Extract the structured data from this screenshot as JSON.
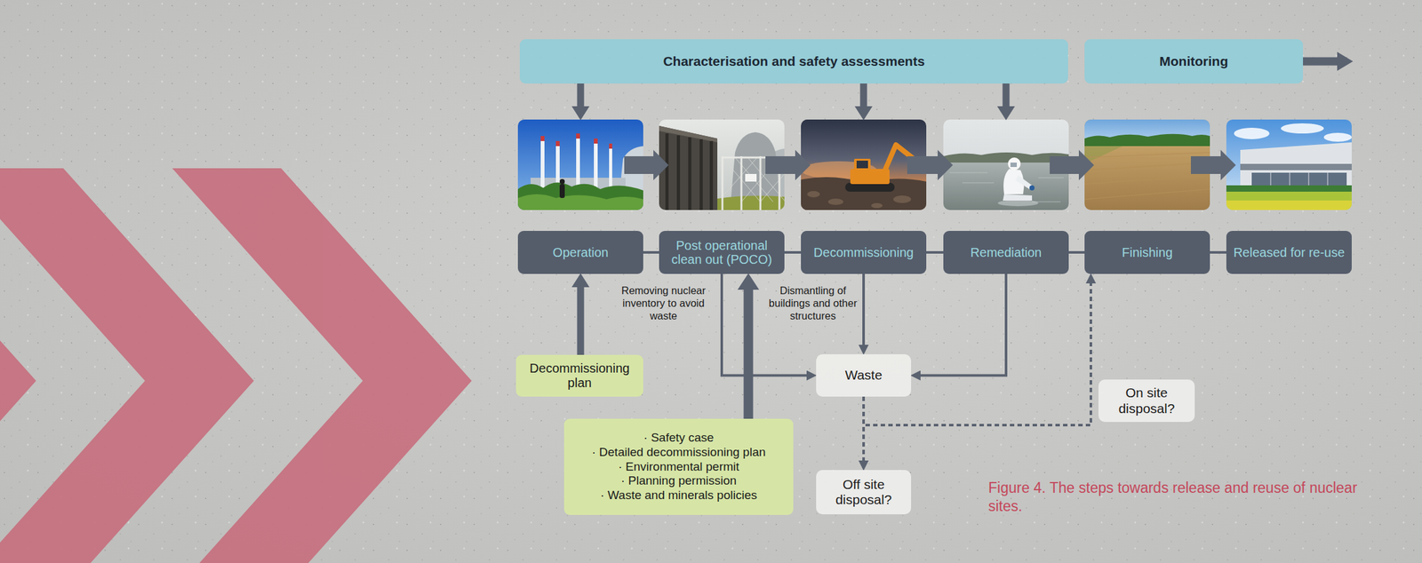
{
  "diagram": {
    "caption": "Figure 4. The steps towards release and reuse of nuclear sites.",
    "nodes": [
      {
        "text": [
          "Characterisation and safety assessments"
        ]
      },
      {
        "text": [
          "Monitoring"
        ]
      },
      {
        "text": [
          "Operation"
        ]
      },
      {
        "text": [
          "Post operational clean out (POCO)"
        ]
      },
      {
        "text": [
          "Decommissioning"
        ]
      },
      {
        "text": [
          "Remediation"
        ]
      },
      {
        "text": [
          "Finishing"
        ]
      },
      {
        "text": [
          "Released for re-use"
        ]
      },
      {
        "text": [
          "Decommissioning plan"
        ]
      },
      {
        "text": [
          "Waste"
        ]
      },
      {
        "text": [
          "On site disposal?"
        ]
      },
      {
        "text": [
          "· Safety case",
          "· Detailed decommissioning plan",
          "· Environmental permit",
          "· Planning permission",
          "· Waste and minerals policies"
        ]
      },
      {
        "text": [
          "Off site disposal?"
        ]
      }
    ],
    "edges": [
      {
        "from": 0,
        "to": 2,
        "arrow": "to"
      },
      {
        "from": 0,
        "to": 4,
        "arrow": "to"
      },
      {
        "from": 0,
        "to": 5,
        "arrow": "to"
      },
      {
        "from": 2,
        "to": 3,
        "arrow": "to"
      },
      {
        "from": 3,
        "to": 4,
        "arrow": "to"
      },
      {
        "from": 4,
        "to": 5,
        "arrow": "to"
      },
      {
        "from": 5,
        "to": 6,
        "arrow": "to"
      },
      {
        "from": 6,
        "to": 7,
        "arrow": "to"
      },
      {
        "from": 8,
        "to": 2,
        "arrow": "to"
      },
      {
        "from": 11,
        "to": 3,
        "arrow": "to"
      },
      {
        "from": 3,
        "to": 9,
        "arrow": "to"
      },
      {
        "from": 4,
        "to": 9,
        "arrow": "to"
      },
      {
        "from": 5,
        "to": 9,
        "arrow": "to"
      },
      {
        "from": 9,
        "to": 12,
        "arrow": "to"
      },
      {
        "from": 9,
        "to": 6,
        "arrow": "to"
      }
    ],
    "labels": [
      "Removing nuclear inventory to avoid waste",
      "Dismantling of buildings and other structures"
    ]
  }
}
